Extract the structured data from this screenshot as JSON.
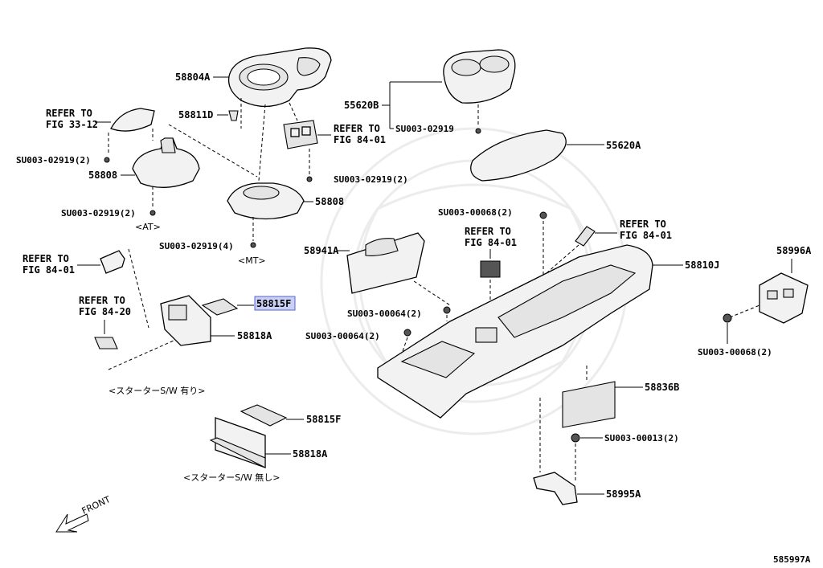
{
  "diagram": {
    "figure_id": "585997A",
    "front_label": "FRONT",
    "part_labels": {
      "p58804A": "58804A",
      "p58811D": "58811D",
      "p55620B": "55620B",
      "p55620A": "55620A",
      "p58808_at": "58808",
      "p58808_mt": "58808",
      "p58941A": "58941A",
      "p58810J": "58810J",
      "p58996A": "58996A",
      "p58815F_hl": "58815F",
      "p58818A_1": "58818A",
      "p58815F_2": "58815F",
      "p58818A_2": "58818A",
      "p58836B": "58836B",
      "p58995A": "58995A"
    },
    "fastener_labels": {
      "f1": "SU003-02919(2)",
      "f2": "SU003-02919(2)",
      "f3": "SU003-02919(2)",
      "f4": "SU003-02919(4)",
      "f5": "SU003-02919",
      "f6": "SU003-00068(2)",
      "f7": "SU003-00068(2)",
      "f8": "SU003-00064(2)",
      "f9": "SU003-00064(2)",
      "f10": "SU003-00013(2)"
    },
    "refs": {
      "r1a": "REFER TO",
      "r1b": "FIG 33-12",
      "r2a": "REFER TO",
      "r2b": "FIG 84-01",
      "r3a": "REFER TO",
      "r3b": "FIG 84-01",
      "r4a": "REFER TO",
      "r4b": "FIG 84-01",
      "r5a": "REFER TO",
      "r5b": "FIG 84-01",
      "r6a": "REFER TO",
      "r6b": "FIG 84-20"
    },
    "notes": {
      "at": "<AT>",
      "mt": "<MT>",
      "with_sw": "<スターターS/W 有り>",
      "without_sw": "<スターターS/W 無し>"
    }
  }
}
